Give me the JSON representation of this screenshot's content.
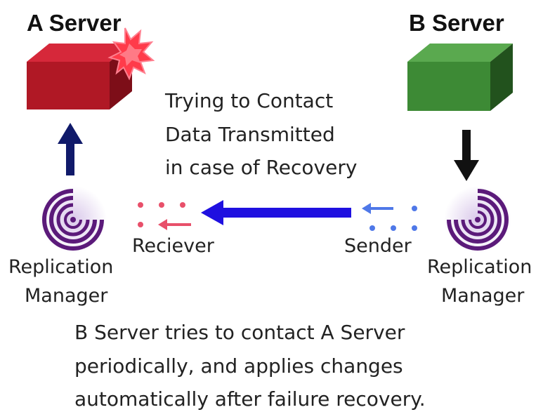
{
  "server_a": {
    "title": "A Server",
    "color": "#b01825",
    "status": "failure"
  },
  "server_b": {
    "title": "B Server",
    "color": "#3d8a35"
  },
  "middle_text": {
    "line1": "Trying to Contact",
    "line2": "Data Transmitted",
    "line3": "in case of Recovery"
  },
  "receiver_label": "Reciever",
  "sender_label": "Sender",
  "replication_manager": {
    "left_line1": "Replication",
    "left_line2": "Manager",
    "right_line1": "Replication",
    "right_line2": "Manager"
  },
  "description": {
    "line1": "B Server tries to contact A Server",
    "line2": "periodically, and applies changes",
    "line3": "automatically after failure recovery."
  },
  "colors": {
    "transfer_arrow": "#1f10e0",
    "receiver_dots": "#e8506a",
    "sender_dots": "#4f78e8",
    "up_arrow": "#101a6a",
    "down_arrow": "#111111",
    "manager_icon": "#5b1a7a"
  }
}
